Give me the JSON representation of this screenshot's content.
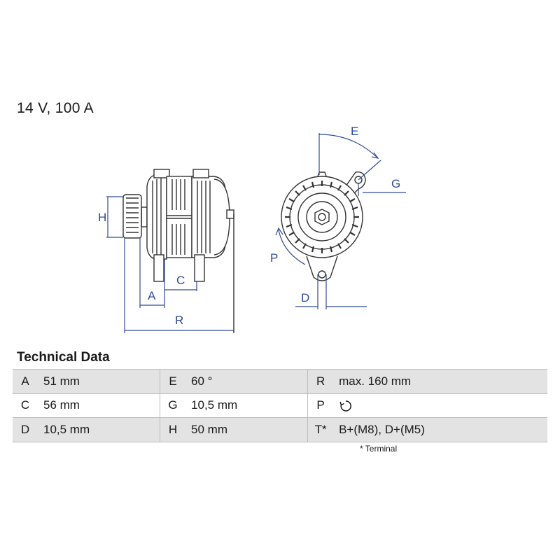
{
  "header": {
    "rating": "14 V, 100 A"
  },
  "drawing": {
    "labels": {
      "h": "H",
      "a": "A",
      "c": "C",
      "r": "R",
      "e": "E",
      "g": "G",
      "p": "P",
      "d": "D"
    },
    "line_color": "#333333",
    "dimension_color": "#2f4b9a"
  },
  "technical_data": {
    "title": "Technical Data",
    "rows": [
      {
        "k1": "A",
        "v1": "51 mm",
        "k2": "E",
        "v2": "60 °",
        "k3": "R",
        "v3": "max. 160 mm"
      },
      {
        "k1": "C",
        "v1": "56 mm",
        "k2": "G",
        "v2": "10,5 mm",
        "k3": "P",
        "v3_icon": "rotation-clockwise-icon"
      },
      {
        "k1": "D",
        "v1": "10,5 mm",
        "k2": "H",
        "v2": "50 mm",
        "k3": "T*",
        "v3": "B+(M8), D+(M5)"
      }
    ],
    "footnote": "* Terminal"
  }
}
